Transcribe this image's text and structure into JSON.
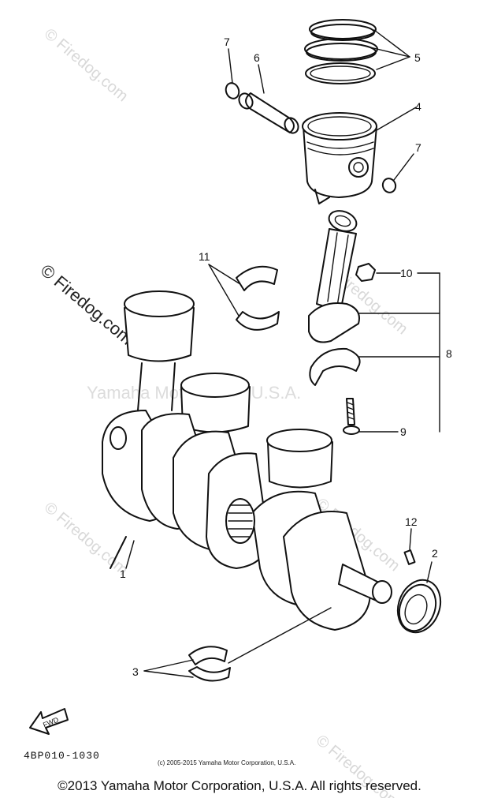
{
  "diagram": {
    "callouts": {
      "c1": "1",
      "c2": "2",
      "c3": "3",
      "c4": "4",
      "c5": "5",
      "c6": "6",
      "c7a": "7",
      "c7b": "7",
      "c8": "8",
      "c9": "9",
      "c10": "10",
      "c11": "11",
      "c12": "12"
    },
    "fwd_label": "FWD",
    "part_code": "4BP010-1030",
    "watermark_center": "Yamaha Motor Corp, U.S.A.",
    "watermark_site": "© Firedog.com"
  },
  "footer": {
    "small_copyright": "(c) 2005-2015 Yamaha Motor Corporation, U.S.A.",
    "copyright": "©2013 Yamaha Motor Corporation, U.S.A. All rights reserved."
  }
}
